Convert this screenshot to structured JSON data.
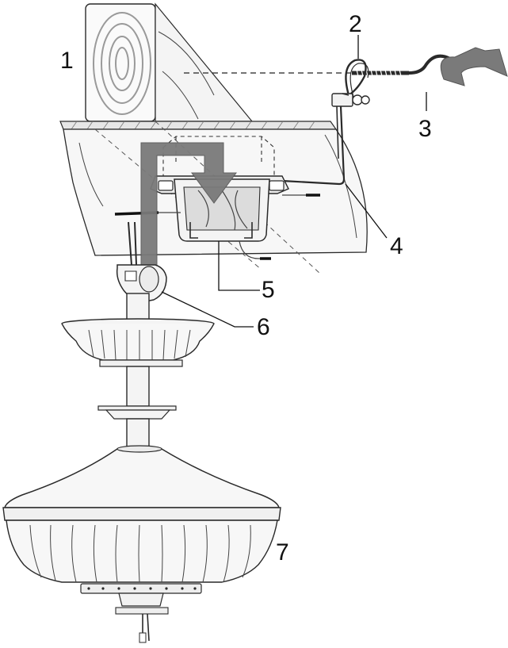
{
  "diagram": {
    "callouts": [
      {
        "id": "joist",
        "label": "1"
      },
      {
        "id": "safety-cable-loop",
        "label": "2"
      },
      {
        "id": "hook-screw",
        "label": "3"
      },
      {
        "id": "safety-cable",
        "label": "4"
      },
      {
        "id": "mounting-bracket",
        "label": "5"
      },
      {
        "id": "hanger-ball",
        "label": "6"
      },
      {
        "id": "fan-motor-housing",
        "label": "7"
      }
    ],
    "colors": {
      "line": "#2a2a2a",
      "arrow": "#7a7a7a",
      "wood-ring": "#a8a8a8",
      "background": "#ffffff"
    }
  }
}
